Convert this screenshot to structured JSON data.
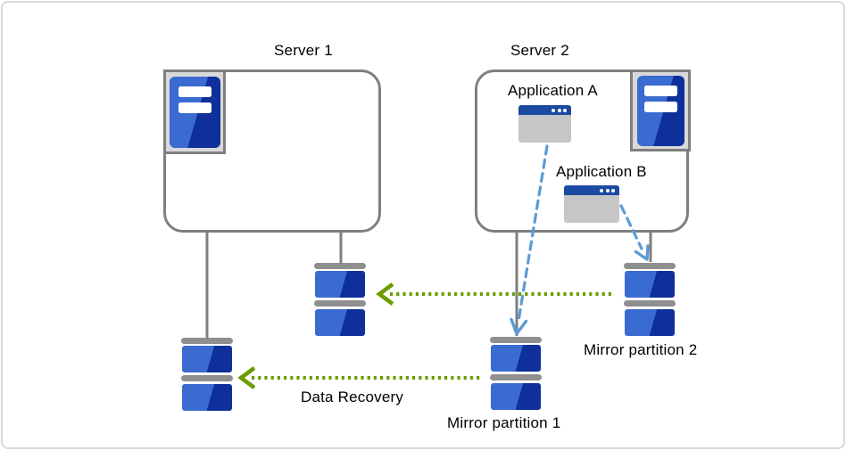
{
  "title": "Server data mirroring / data recovery diagram",
  "nodes": {
    "server1": {
      "label": "Server 1"
    },
    "server2": {
      "label": "Server 2"
    },
    "application_a": {
      "label": "Application A"
    },
    "application_b": {
      "label": "Application B"
    },
    "mirror_partition_1": {
      "label": "Mirror partition 1"
    },
    "mirror_partition_2": {
      "label": "Mirror partition 2"
    }
  },
  "annotations": {
    "data_recovery": {
      "label": "Data Recovery"
    }
  },
  "edges": [
    {
      "from": "server1",
      "to": "left-disk",
      "style": "solid-gray-line"
    },
    {
      "from": "server1",
      "to": "middle-disk",
      "style": "solid-gray-line"
    },
    {
      "from": "server2",
      "to": "mirror-partition-1",
      "style": "solid-gray-line"
    },
    {
      "from": "server2",
      "to": "mirror-partition-2",
      "style": "solid-gray-line"
    },
    {
      "from": "application-a",
      "to": "mirror-partition-1",
      "style": "dashed-blue-arrow"
    },
    {
      "from": "application-b",
      "to": "mirror-partition-2",
      "style": "dashed-blue-arrow"
    },
    {
      "from": "mirror-partition-2",
      "to": "middle-disk",
      "style": "dotted-green-arrow"
    },
    {
      "from": "mirror-partition-1",
      "to": "left-disk",
      "style": "dotted-green-arrow",
      "label": "Data Recovery"
    }
  ],
  "palette": {
    "disk_blue_light": "#3a6bd1",
    "disk_blue_dark": "#0f309b",
    "titlebar_blue": "#1b4aa2",
    "window_body_gray": "#c6c6c6",
    "outline_gray": "#7f7f7f",
    "cap_gray": "#8f8f8f",
    "arrow_blue": "#5b9bd5",
    "arrow_green": "#6b9c00",
    "frame_gray": "#d9d9d9"
  }
}
